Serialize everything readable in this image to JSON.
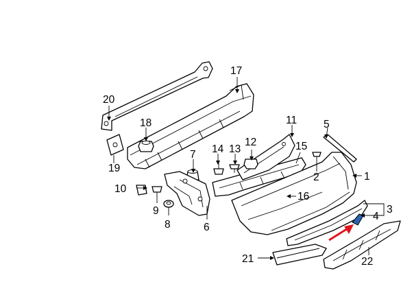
{
  "diagram": {
    "callouts": {
      "c1": "1",
      "c2": "2",
      "c3": "3",
      "c4": "4",
      "c5": "5",
      "c6": "6",
      "c7": "7",
      "c8": "8",
      "c9": "9",
      "c10": "10",
      "c11": "11",
      "c12": "12",
      "c13": "13",
      "c14": "14",
      "c15": "15",
      "c16": "16",
      "c17": "17",
      "c18": "18",
      "c19": "19",
      "c20": "20",
      "c21": "21",
      "c22": "22"
    },
    "highlight_arrow": {
      "color": "#e0141b",
      "points_to": "4"
    }
  }
}
